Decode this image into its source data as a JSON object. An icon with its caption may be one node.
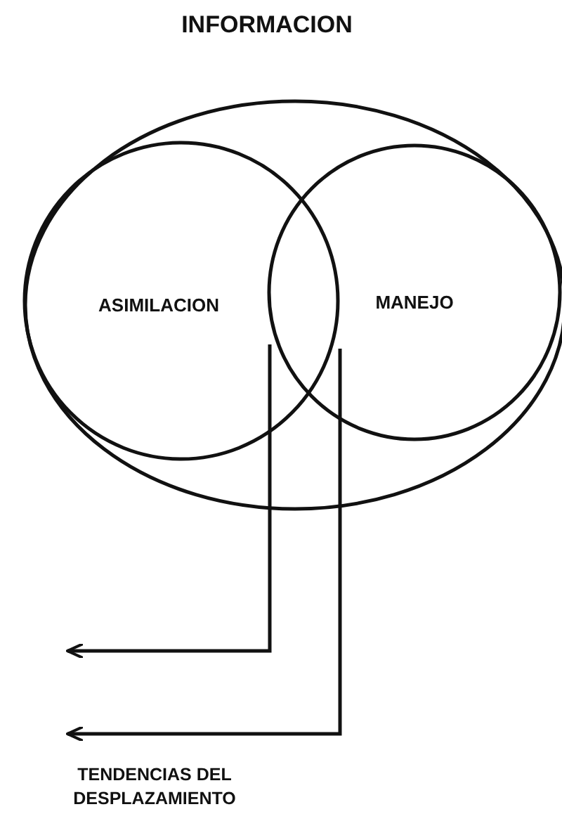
{
  "diagram": {
    "nodes": [
      {
        "text": [
          "INFORMACION"
        ]
      },
      {
        "text": [
          "ASIMILACION"
        ],
        "in": 0
      },
      {
        "text": [
          "MANEJO"
        ],
        "in": 0
      }
    ],
    "edges": [
      {
        "from": 1,
        "to": null,
        "arrow": "to"
      },
      {
        "from": 2,
        "to": null,
        "arrow": "to"
      }
    ],
    "labels": [
      "TENDENCIAS DEL DESPLAZAMIENTO"
    ]
  }
}
